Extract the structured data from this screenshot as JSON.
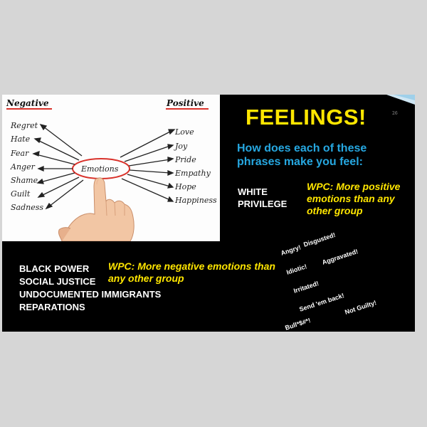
{
  "diagram": {
    "negative_header": "Negative",
    "positive_header": "Positive",
    "center": "Emotions",
    "negative": [
      "Regret",
      "Hate",
      "Fear",
      "Anger",
      "Shame",
      "Guilt",
      "Sadness"
    ],
    "positive": [
      "Love",
      "Joy",
      "Pride",
      "Empathy",
      "Hope",
      "Happiness"
    ]
  },
  "slide": {
    "title": "FEELINGS!",
    "page_number": "26",
    "question": "How does each of these phrases make you feel:",
    "white_privilege": "WHITE PRIVILEGE",
    "wp_note": "WPC: More positive emotions than any other group",
    "negative_terms": [
      "BLACK POWER",
      "SOCIAL JUSTICE",
      "UNDOCUMENTED IMMIGRANTS",
      "REPARATIONS"
    ],
    "negative_note": "WPC: More negative emotions than any other group",
    "reactions": [
      "Angry!",
      "Disgusted!",
      "Idiotic!",
      "Aggravated!",
      "Irritated!",
      "Send 'em back!",
      "Bull*$#*!",
      "Not Guilty!"
    ]
  },
  "colors": {
    "title": "#ffe600",
    "question": "#26a7e0",
    "accent_red": "#d9312a"
  }
}
